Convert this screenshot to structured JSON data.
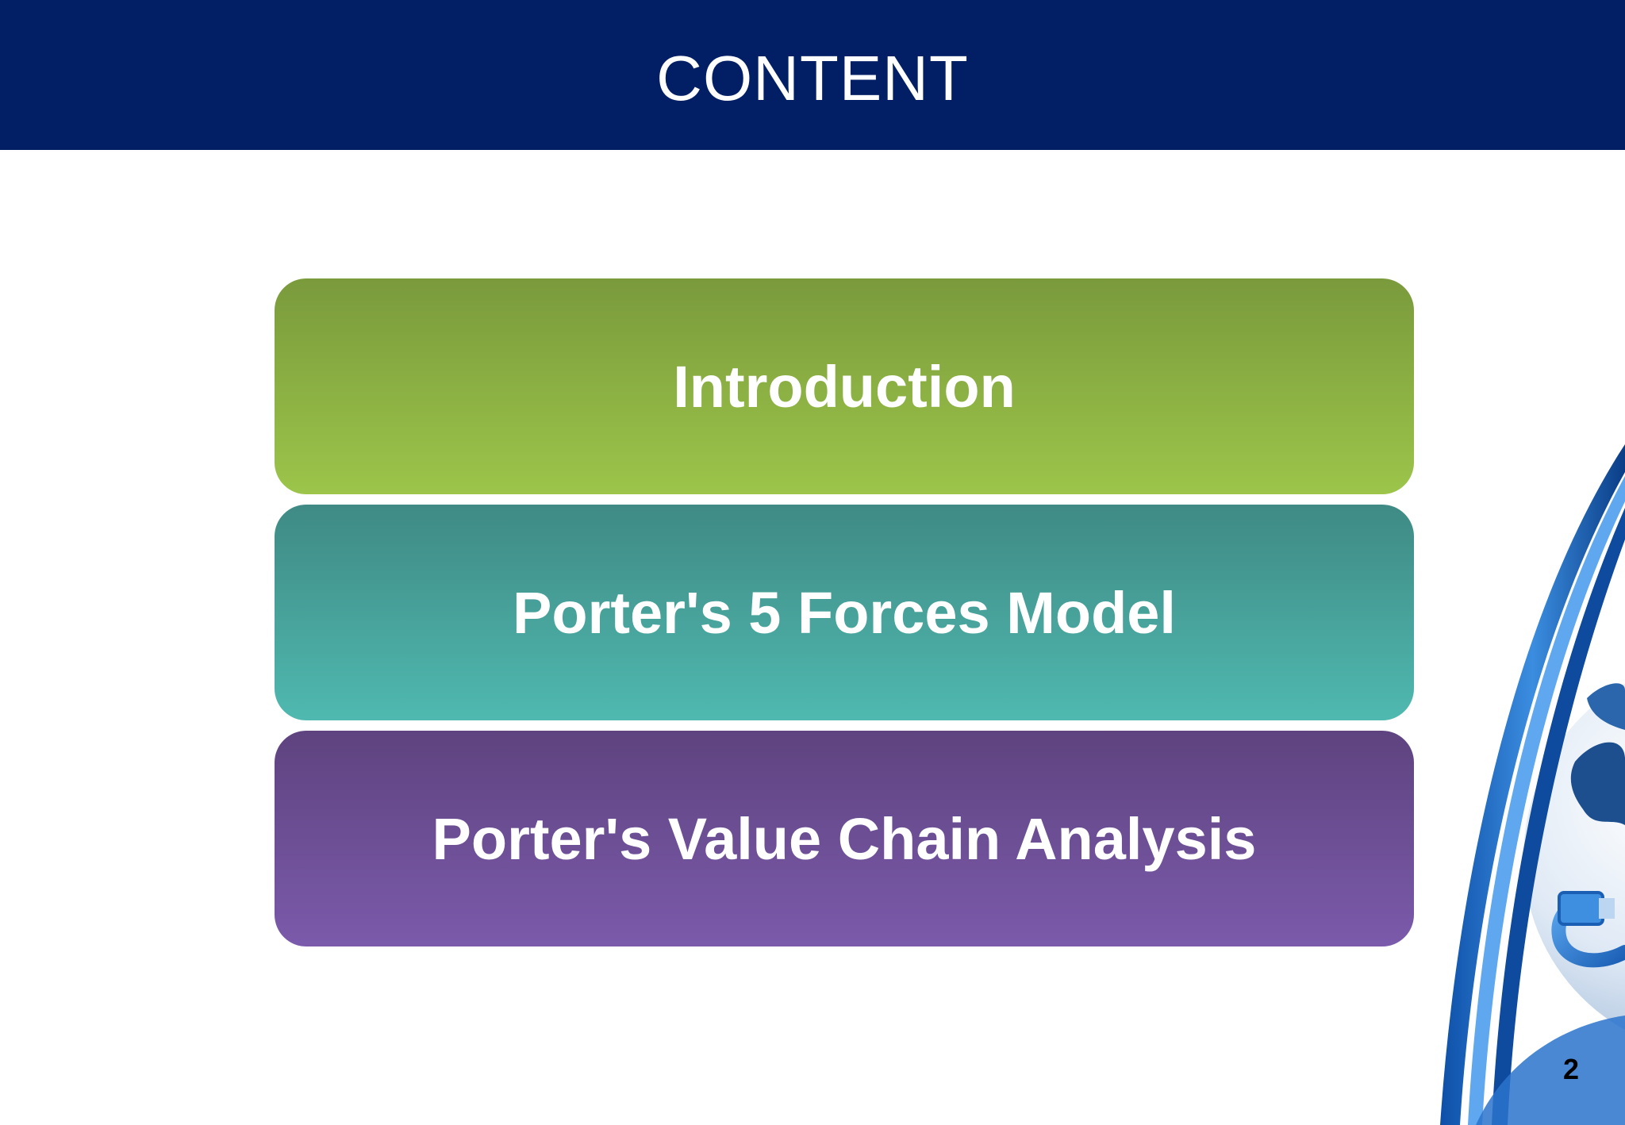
{
  "header": {
    "title": "CONTENT"
  },
  "menu": {
    "items": [
      {
        "label": "Introduction",
        "color_top": "#7a9a3c",
        "color_bottom": "#9cc54a"
      },
      {
        "label": "Porter's 5 Forces Model",
        "color_top": "#3f8a84",
        "color_bottom": "#4fb9b0"
      },
      {
        "label": "Porter's Value Chain Analysis",
        "color_top": "#5e437f",
        "color_bottom": "#7b5aab"
      }
    ]
  },
  "footer": {
    "page_number": "2"
  },
  "colors": {
    "header_bg": "#021e64",
    "accent_blue": "#1f6fc9"
  },
  "decoration": {
    "icon": "globe-with-network-cable-icon"
  }
}
